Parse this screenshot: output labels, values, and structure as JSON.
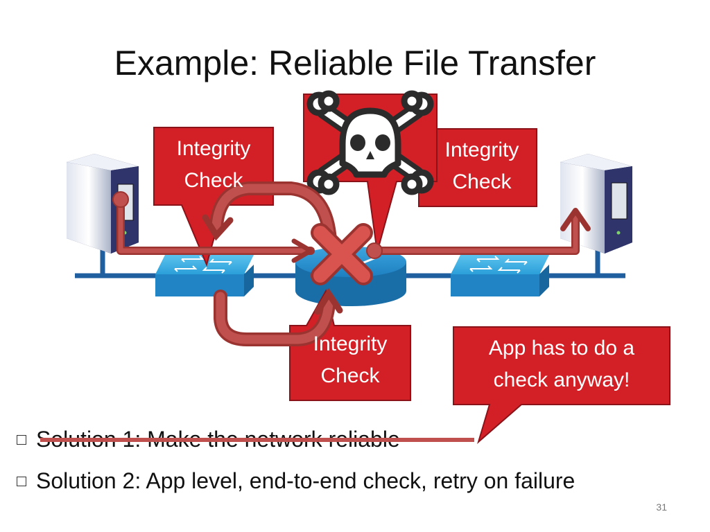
{
  "slide": {
    "title": "Example: Reliable File Transfer",
    "page_number": "31"
  },
  "callouts": [
    {
      "id": "left",
      "line1": "Integrity",
      "line2": "Check"
    },
    {
      "id": "right",
      "line1": "Integrity",
      "line2": "Check"
    },
    {
      "id": "bottom",
      "line1": "Integrity",
      "line2": "Check"
    }
  ],
  "app_callout": {
    "line1": "App has to do a",
    "line2": "check anyway!"
  },
  "bullets": [
    {
      "text": "Solution 1: Make the network reliable",
      "struck": true
    },
    {
      "text": "Solution 2: App level, end-to-end check, retry on failure",
      "struck": false
    }
  ],
  "colors": {
    "callout_fill": "#d32027",
    "callout_border": "#8a1218",
    "path_red": "#c0504d",
    "path_dark": "#9b3431",
    "network_blue": "#1f5fa0",
    "switch_cyan": "#2b9fd9"
  }
}
